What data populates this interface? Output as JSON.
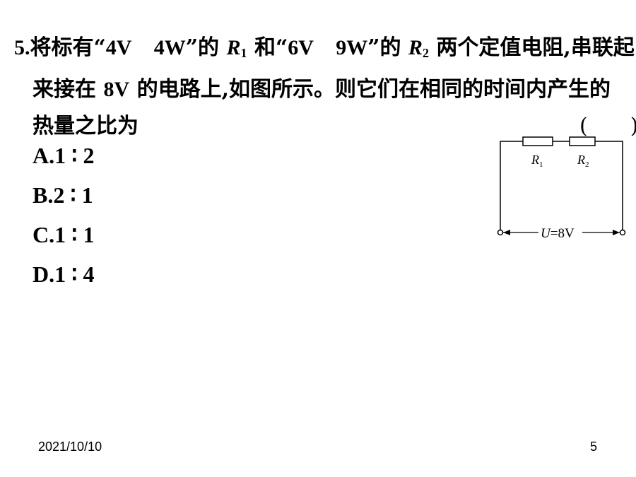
{
  "question": {
    "number": "5.",
    "line1_pre": "将标有“",
    "rating1_v": "4V",
    "rating1_w": "4W",
    "line1_mid1": "”的 ",
    "r_letter": "R",
    "r1_sub": "1",
    "line1_mid2": " 和“",
    "rating2_v": "6V",
    "rating2_w": "9W",
    "line1_mid3": "”的 ",
    "r2_sub": "2",
    "line1_post": " 两个定值电阻,串联起",
    "line2_pre": "来接在 ",
    "voltage": "8V",
    "line2_post": " 的电路上,如图所示。则它们在相同的时间内产生的",
    "line3": "热量之比为",
    "paren": "(　　)"
  },
  "options": [
    {
      "letter": "A.",
      "text": "1 ∶ 2"
    },
    {
      "letter": "B.",
      "text": "2 ∶ 1"
    },
    {
      "letter": "C.",
      "text": "1 ∶ 1"
    },
    {
      "letter": "D.",
      "text": "1 ∶ 4"
    }
  ],
  "figure": {
    "r1_label": "R",
    "r1_sub": "1",
    "r2_label": "R",
    "r2_sub": "2",
    "u_label": "U",
    "u_value": "=8V"
  },
  "footer": {
    "date": "2021/10/10",
    "page": "5"
  }
}
